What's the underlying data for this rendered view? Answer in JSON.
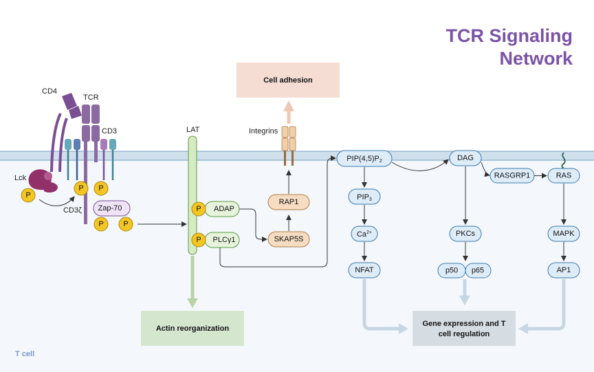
{
  "title": {
    "line1": "TCR Signaling",
    "line2": "Network"
  },
  "cell_label": "T cell",
  "receptors": {
    "cd4": "CD4",
    "tcr": "TCR",
    "cd3": "CD3",
    "lck": "Lck",
    "cd3z": "CD3ζ",
    "zap70": "Zap-70",
    "lat": "LAT",
    "integrins": "Integrins"
  },
  "phospho": "P",
  "nodes": {
    "adap": "ADAP",
    "plcg1": "PLCγ1",
    "skap5s": "SKAP5S",
    "rap1": "RAP1",
    "pip2": "PIP(4,5)P",
    "pip2_sub": "2",
    "pip3": "PIP",
    "pip3_sub": "3",
    "ca": "Ca",
    "ca_sup": "2+",
    "nfat": "NFAT",
    "dag": "DAG",
    "pkcs": "PKCs",
    "p50": "p50",
    "p65": "p65",
    "rasgrp1": "RASGRP1",
    "ras": "RAS",
    "mapk": "MAPK",
    "ap1": "AP1"
  },
  "outcomes": {
    "cell_adhesion": "Cell adhesion",
    "actin": "Actin reorganization",
    "gene_line1": "Gene expression and T",
    "gene_line2": "cell regulation"
  },
  "colors": {
    "title": "#7b52a6",
    "membrane": "#cfe0ec",
    "cell_bg": "#f4f8fc",
    "node_fill": "#deecf8",
    "node_stroke": "#3a78ad",
    "phospho_fill": "#f3c623",
    "lat_fill": "#d5ecc3",
    "lat_stroke": "#5a9a3e",
    "skap_fill": "#f6dcc2",
    "skap_stroke": "#b07a45",
    "adhesion_fill": "#f6ddd3",
    "actin_fill": "#d5e6cf",
    "gene_fill": "#d5dde3",
    "receptor_purple": "#7a4e93",
    "lck_magenta": "#92306a"
  }
}
